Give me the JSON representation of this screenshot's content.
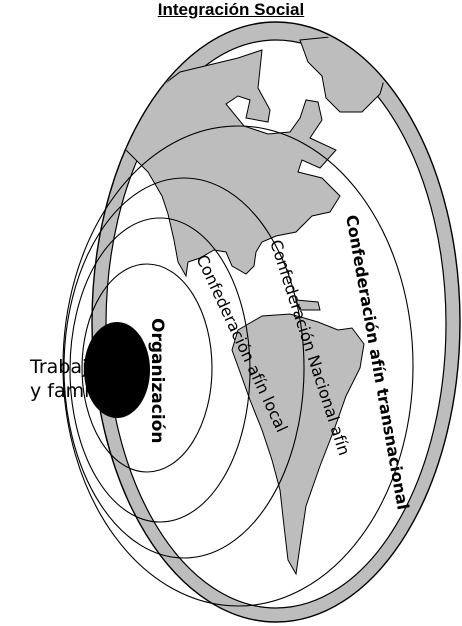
{
  "title": "Integración Social",
  "core": {
    "line1": "Trabajador",
    "line2": "y familia"
  },
  "rings": {
    "organizacion": "Organización",
    "local": "Confederación afín local",
    "nacional": "Confederación Nacional afín",
    "transnacional": "Confederación afín transnacional"
  },
  "colors": {
    "land": "#bdbdbd",
    "outline": "#000000",
    "core": "#000000"
  }
}
